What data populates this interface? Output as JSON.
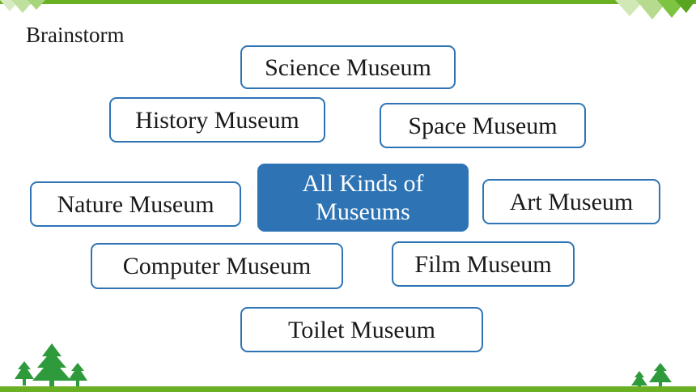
{
  "title": "Brainstorm",
  "center": "All Kinds of Museums",
  "nodes": {
    "science": "Science Museum",
    "history": "History Museum",
    "space": "Space Museum",
    "nature": "Nature Museum",
    "art": "Art Museum",
    "computer": "Computer Museum",
    "film": "Film Museum",
    "toilet": "Toilet Museum"
  },
  "colors": {
    "accent_green": "#6ab023",
    "node_border": "#2e74b5",
    "center_fill": "#2e74b5",
    "tree_green": "#2f9a3c"
  },
  "icons": [
    "tree-cluster-icon",
    "small-tree-icon",
    "triangle-decoration-icon"
  ]
}
